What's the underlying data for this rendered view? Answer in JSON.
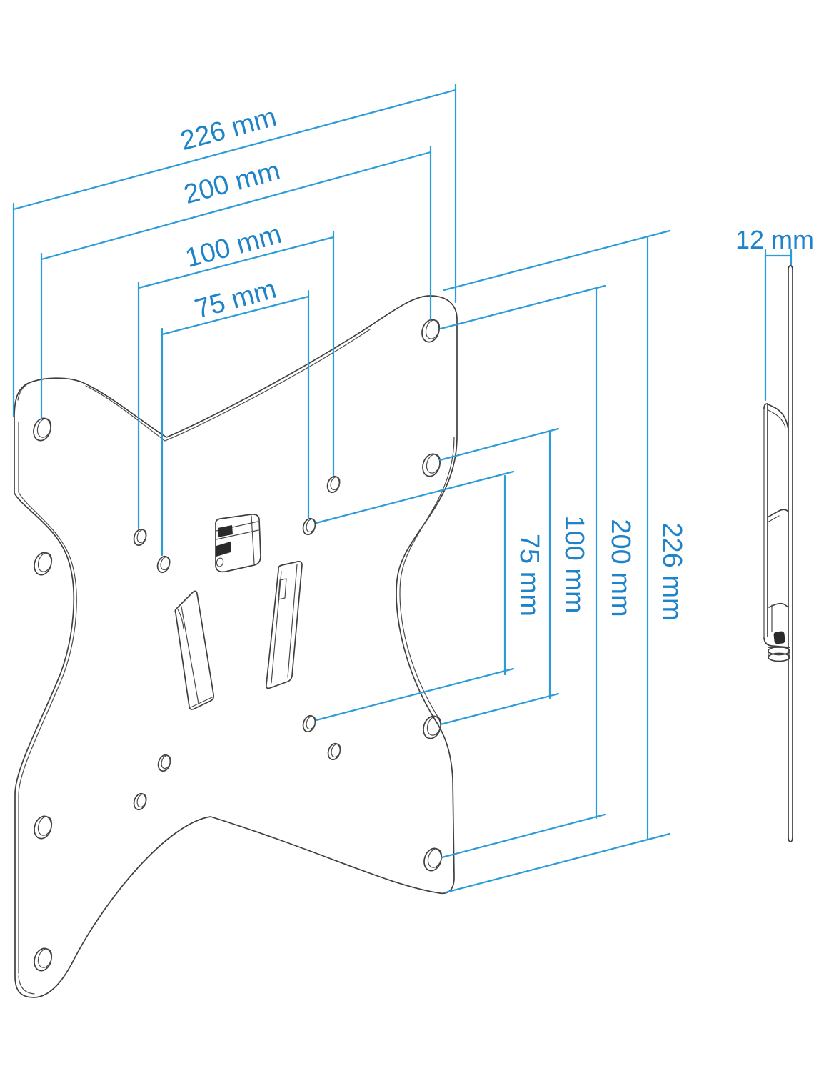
{
  "figure": {
    "kind": "technical dimensional drawing",
    "subject": "VESA wall-mount bracket plate, front view and side profile view",
    "units": "mm",
    "colors": {
      "dimension_lines": "#2b9cd8",
      "dimension_text": "#1e83c8",
      "line_art": "#3f3f3f",
      "background": "#ffffff"
    },
    "front_view": {
      "horizontal_dimensions": [
        {
          "label": "226 mm",
          "value_mm": 226,
          "meaning": "overall plate width"
        },
        {
          "label": "200 mm",
          "value_mm": 200,
          "meaning": "horizontal spacing of large mounting holes (VESA 200)"
        },
        {
          "label": "100 mm",
          "value_mm": 100,
          "meaning": "horizontal spacing of VESA 100 holes"
        },
        {
          "label": "75 mm",
          "value_mm": 75,
          "meaning": "horizontal spacing of VESA 75 holes"
        }
      ],
      "vertical_dimensions": [
        {
          "label": "75 mm",
          "value_mm": 75,
          "meaning": "vertical spacing of VESA 75 holes"
        },
        {
          "label": "100 mm",
          "value_mm": 100,
          "meaning": "vertical spacing of intermediate holes"
        },
        {
          "label": "200 mm",
          "value_mm": 200,
          "meaning": "vertical spacing of large mounting holes (VESA 200)"
        },
        {
          "label": "226 mm",
          "value_mm": 226,
          "meaning": "overall plate height"
        }
      ],
      "large_hole_count": 8,
      "small_hole_count": 8,
      "slot_count": 2
    },
    "side_view": {
      "depth_dimension": {
        "label": "12 mm",
        "value_mm": 12,
        "meaning": "profile depth of mount"
      }
    }
  }
}
